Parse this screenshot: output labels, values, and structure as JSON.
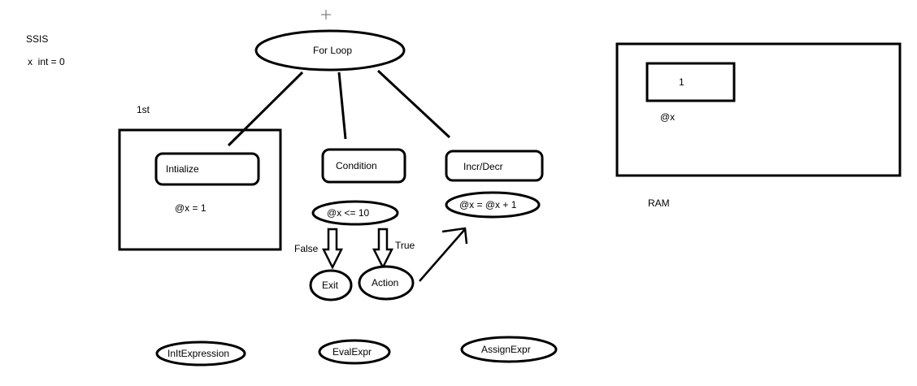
{
  "notes": {
    "title": "SSIS",
    "declaration": "x  int = 0",
    "first_label": "1st"
  },
  "nodes": {
    "for_loop": "For Loop",
    "initialize": "Intialize",
    "initialize_value": "@x = 1",
    "condition": "Condition",
    "condition_expr": "@x <= 10",
    "incr_decr": "Incr/Decr",
    "incr_expr": "@x = @x + 1",
    "false_label": "False",
    "true_label": "True",
    "exit": "Exit",
    "action": "Action"
  },
  "expressions": {
    "init": "InItExpression",
    "eval": "EvalExpr",
    "assign": "AssignExpr"
  },
  "ram": {
    "value": "1",
    "variable": "@x",
    "label": "RAM"
  }
}
